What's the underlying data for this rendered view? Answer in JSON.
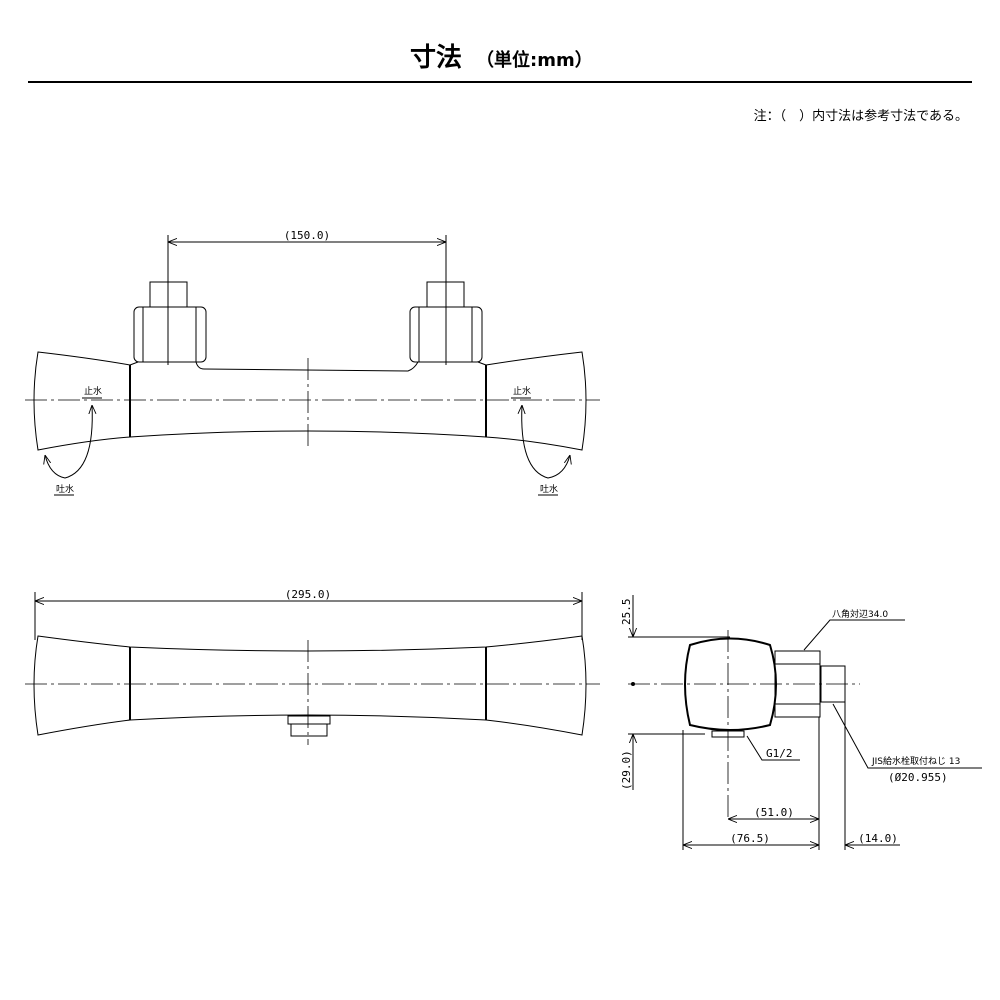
{
  "header": {
    "title": "寸法",
    "unit": "（単位:mm）",
    "note": "注：（　）内寸法は参考寸法である。"
  },
  "top_view": {
    "dim_pitch": "(150.0)",
    "left_stop": "止水",
    "left_spout": "吐水",
    "right_stop": "止水",
    "right_spout": "吐水"
  },
  "front_view": {
    "dim_length": "(295.0)"
  },
  "side_view": {
    "dim_top": "25.5",
    "dim_bottom": "(29.0)",
    "hex_label": "八角対辺34.0",
    "outlet_label": "G1/2",
    "thread_label": "JIS給水栓取付ねじ 13",
    "thread_dia": "(Ø20.955)",
    "dim_51": "(51.0)",
    "dim_76": "(76.5)",
    "dim_14": "(14.0)"
  }
}
